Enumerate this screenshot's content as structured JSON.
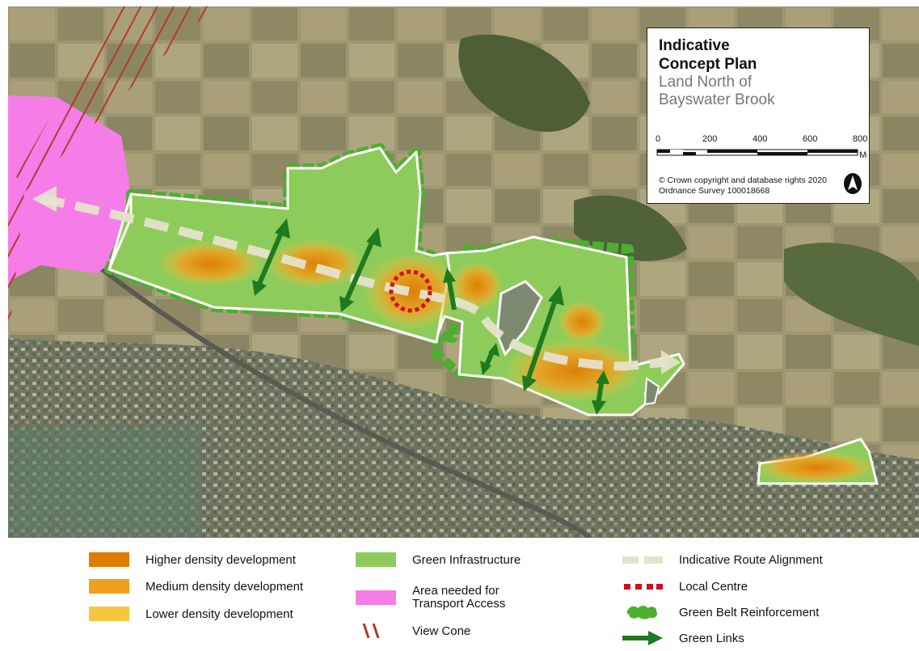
{
  "title_box": {
    "title_line1": "Indicative",
    "title_line2": "Concept Plan",
    "subtitle_line1": "Land North of",
    "subtitle_line2": "Bayswater Brook",
    "scale_ticks": [
      "0",
      "200",
      "400",
      "600",
      "800"
    ],
    "scale_unit": "Metres",
    "copyright_line1": "© Crown copyright and database rights 2020",
    "copyright_line2": "Ordnance Survey 100018668",
    "north_icon": "north-arrow-icon"
  },
  "legend": {
    "higher_density": "Higher density development",
    "medium_density": "Medium density development",
    "lower_density": "Lower density development",
    "green_infrastructure": "Green Infrastructure",
    "transport_access_line1": "Area needed for",
    "transport_access_line2": "Transport Access",
    "view_cone": "View Cone",
    "route_alignment": "Indicative Route Alignment",
    "local_centre": "Local Centre",
    "green_belt": "Green Belt Reinforcement",
    "green_links": "Green Links"
  },
  "colors": {
    "higher_density": "#e07b00",
    "medium_density": "#f0a020",
    "lower_density": "#f7c640",
    "green_infrastructure": "#8dcc5a",
    "green_belt": "#4caf2f",
    "transport_access": "#f57de8",
    "view_cone": "#b33a2a",
    "route": "#e6e2cc",
    "local_centre": "#d0101e",
    "green_links": "#1e7a1e"
  }
}
